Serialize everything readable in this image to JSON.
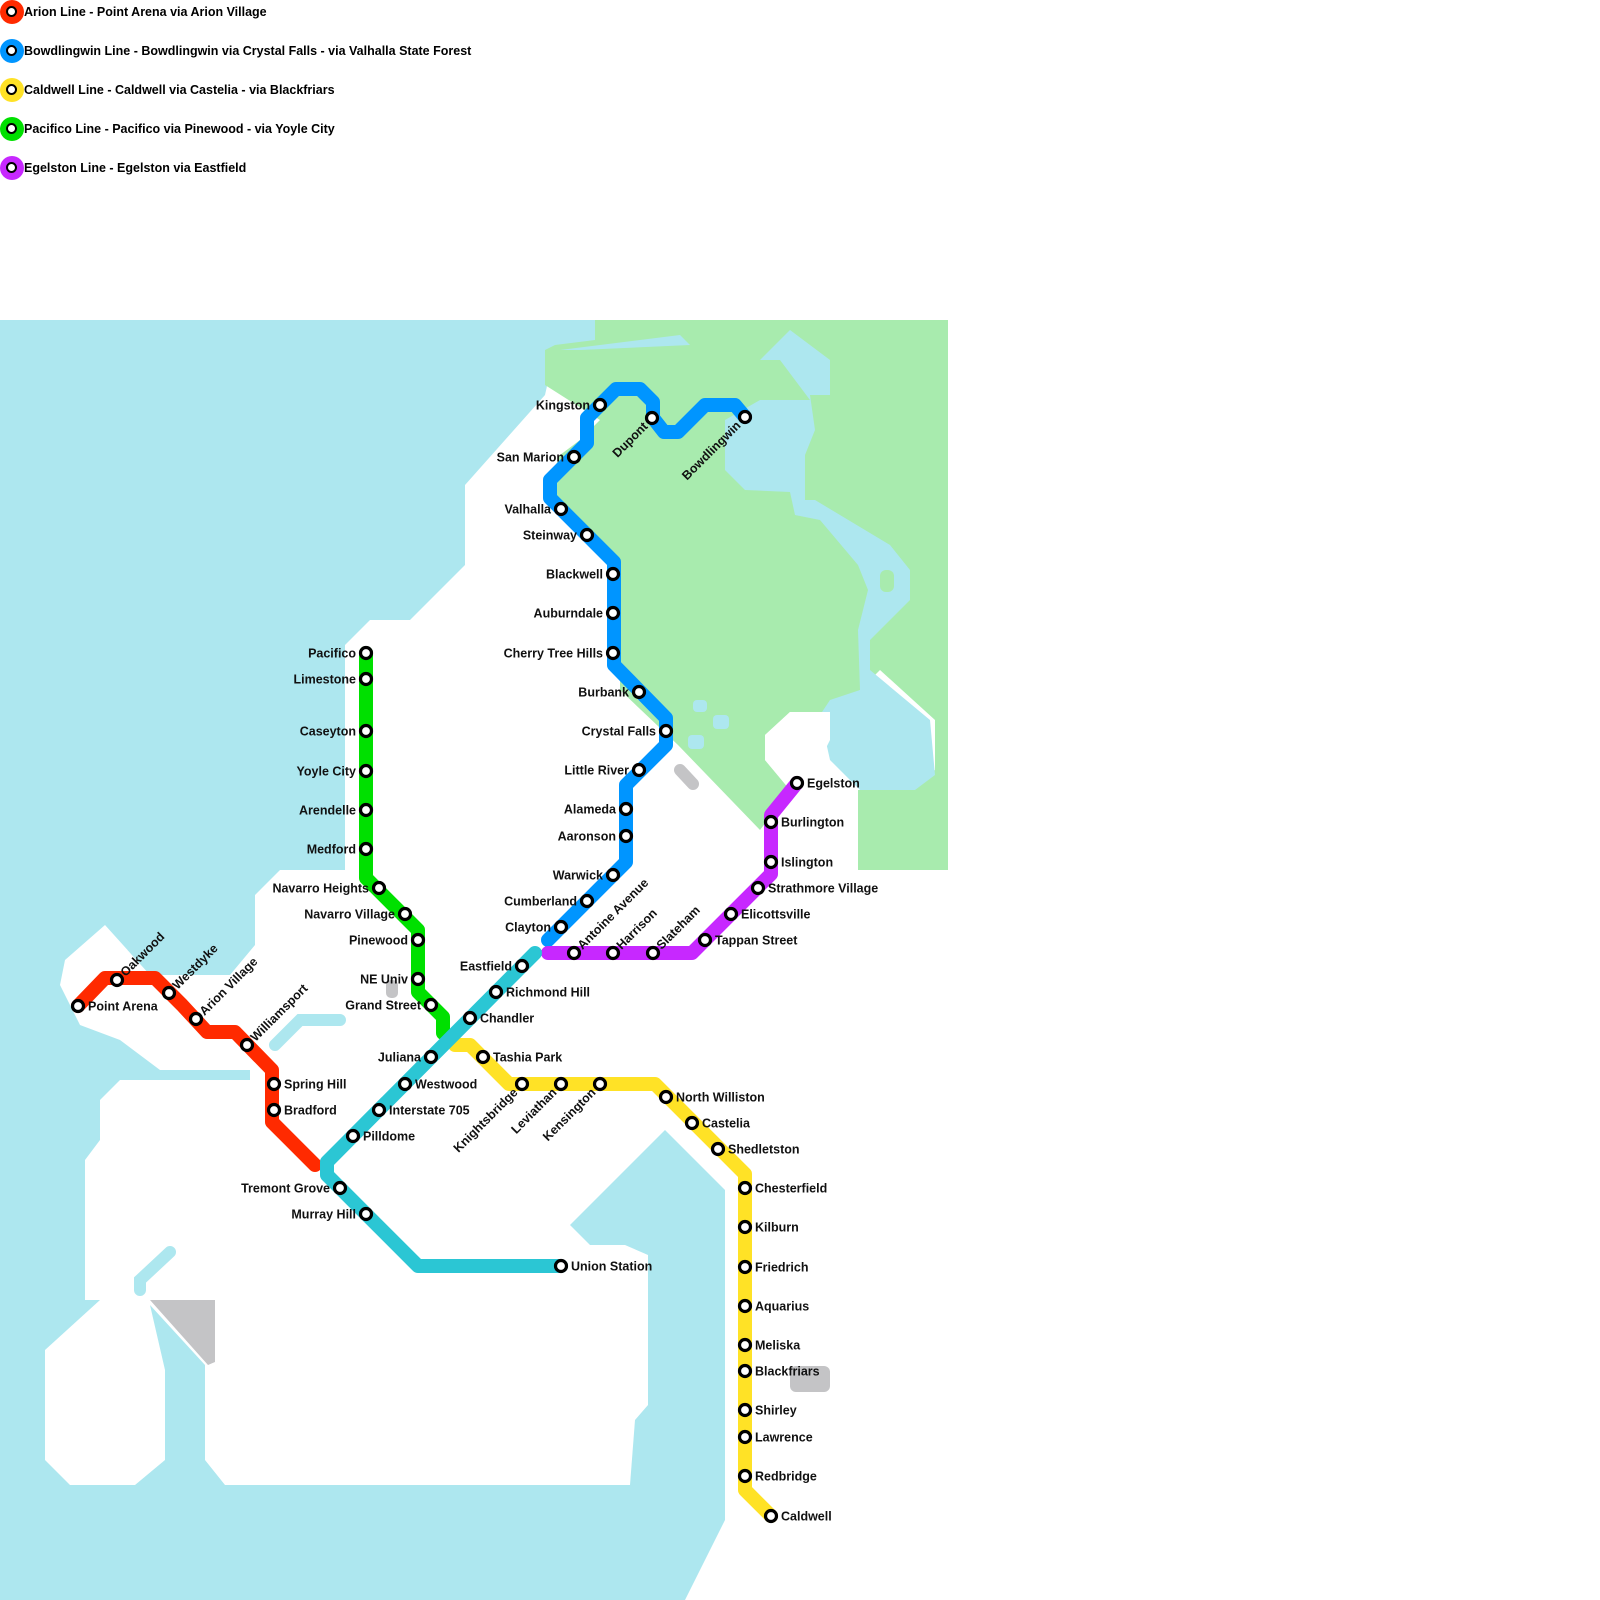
{
  "colors": {
    "water": "#ade7ef",
    "park": "#a8ebae",
    "landmark": "#c4c4c6",
    "land": "#ffffff"
  },
  "legend": [
    {
      "id": "arion",
      "label": "Arion Line - Point Arena via Arion Village",
      "color": "#ff2a00"
    },
    {
      "id": "bowdlingwin",
      "label": "Bowdlingwin Line - Bowdlingwin via Crystal Falls - via Valhalla State Forest",
      "color": "#0095ff"
    },
    {
      "id": "caldwell",
      "label": "Caldwell Line - Caldwell via Castelia - via Blackfriars",
      "color": "#ffe226"
    },
    {
      "id": "pacifico",
      "label": "Pacifico Line - Pacifico via Pinewood - via Yoyle City",
      "color": "#00e000"
    },
    {
      "id": "egelston",
      "label": "Egelston Line - Egelston via Eastfield",
      "color": "#c728ff"
    }
  ],
  "lines": [
    {
      "id": "arion",
      "color": "#ff2a00",
      "stations": [
        "Point Arena",
        "Oakwood",
        "Westdyke",
        "Arion Village",
        "Williamsport",
        "Spring Hill",
        "Bradford"
      ]
    },
    {
      "id": "bowdlingwin",
      "color": "#0095ff",
      "stations": [
        "Clayton",
        "Cumberland",
        "Warwick",
        "Aaronson",
        "Alameda",
        "Little River",
        "Crystal Falls",
        "Burbank",
        "Cherry Tree Hills",
        "Auburndale",
        "Blackwell",
        "Steinway",
        "Valhalla",
        "San Marion",
        "Kingston",
        "Dupont",
        "Bowdlingwin"
      ]
    },
    {
      "id": "caldwell",
      "color": "#ffe226",
      "stations": [
        "Tashia Park",
        "Knightsbridge",
        "Leviathan",
        "Kensington",
        "North Williston",
        "Castelia",
        "Shedletston",
        "Chesterfield",
        "Kilburn",
        "Friedrich",
        "Aquarius",
        "Meliska",
        "Blackfriars",
        "Shirley",
        "Lawrence",
        "Redbridge",
        "Caldwell"
      ]
    },
    {
      "id": "pacifico",
      "color": "#00e000",
      "stations": [
        "Pacifico",
        "Limestone",
        "Caseyton",
        "Yoyle City",
        "Arendelle",
        "Medford",
        "Navarro Heights",
        "Navarro Village",
        "Pinewood",
        "NE Univ",
        "Grand Street"
      ]
    },
    {
      "id": "egelston",
      "color": "#c728ff",
      "stations": [
        "Antoine Avenue",
        "Harrison",
        "Slateham",
        "Tappan Street",
        "Elicottsville",
        "Strathmore Village",
        "Islington",
        "Burlington",
        "Egelston"
      ]
    },
    {
      "id": "unnamed-cyan",
      "color": "#2bc6d4",
      "stations": [
        "Eastfield",
        "Richmond Hill",
        "Chandler",
        "Juliana",
        "Westwood",
        "Interstate 705",
        "Pilldome",
        "Tremont Grove",
        "Murray Hill",
        "Union Station"
      ]
    }
  ]
}
